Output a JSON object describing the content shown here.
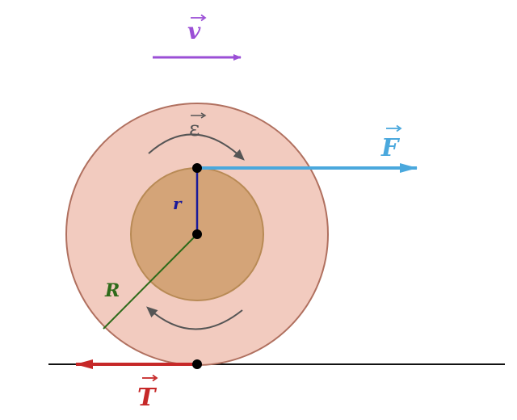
{
  "labels": {
    "velocity": "v",
    "angular_acceleration": "ε",
    "force": "F",
    "inner_radius": "r",
    "outer_radius": "R",
    "friction": "T"
  },
  "colors": {
    "velocity": "#9b4fd6",
    "force": "#4aa8dd",
    "friction": "#c62828",
    "inner_radius": "#1a1a9a",
    "outer_radius": "#2e6b1a",
    "outer_disk_fill": "#f2cbbf",
    "outer_disk_stroke": "#b0705f",
    "inner_disk_fill": "#d4a478",
    "inner_disk_stroke": "#b88a55",
    "rotation_arrow": "#555555",
    "ground": "#111111"
  }
}
